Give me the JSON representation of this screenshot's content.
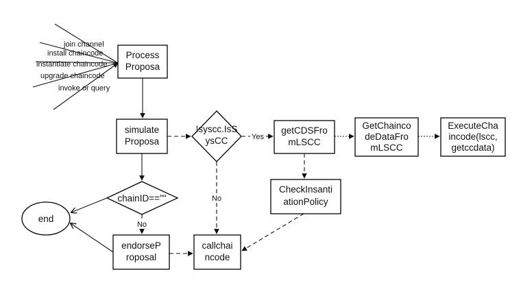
{
  "colors": {
    "stroke": "#000000",
    "text": "#111111",
    "background": "#ffffff"
  },
  "nodes": {
    "process_proposal": [
      "Process",
      "Proposa"
    ],
    "simulate_proposal": [
      "simulate",
      "Proposa"
    ],
    "is_syscc": [
      "!syscc.IsS",
      "ysCC"
    ],
    "get_cds": [
      "getCDSFro",
      "mLSCC"
    ],
    "get_chaincode_data": [
      "GetChainco",
      "deDataFro",
      "mLSCC"
    ],
    "execute_chaincode": [
      "ExecuteCha",
      "incode(lscc,",
      "getccdata)"
    ],
    "check_instantiation": [
      "CheckInsanti",
      "ationPolicy"
    ],
    "chain_id": "chainID==\"\"",
    "end": "end",
    "endorse_proposal": [
      "endorseP",
      "roposal"
    ],
    "call_chaincode": [
      "callchai",
      "ncode"
    ]
  },
  "inputs": [
    "join channel",
    "install chaincode",
    "instantiate chaincode",
    "upgrade chaincode",
    "invoke or query"
  ],
  "edge_labels": {
    "yes": "Yes",
    "no_syscc": "No",
    "no_chain": "No"
  }
}
